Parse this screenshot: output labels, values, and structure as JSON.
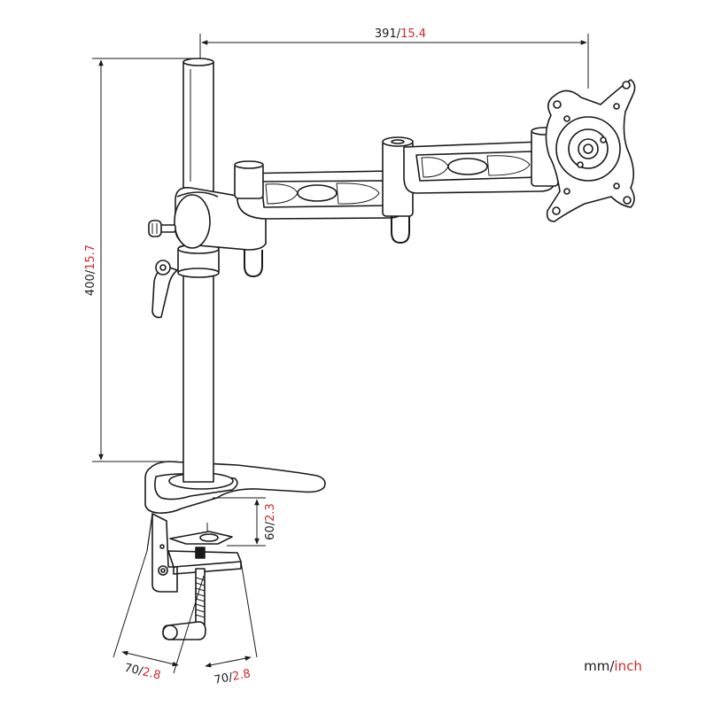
{
  "colors": {
    "line": "#1a1a1a",
    "metric": "#1a1a1a",
    "imperial": "#d0262b"
  },
  "dimensions": {
    "arm_reach": {
      "mm": "391",
      "sep": "/",
      "inch": "15.4"
    },
    "pole_height": {
      "mm": "400",
      "sep": "/",
      "inch": "15.7"
    },
    "clamp_opening": {
      "mm": "60",
      "sep": "/",
      "inch": "2.3"
    },
    "base_depth_left": {
      "mm": "70",
      "sep": "/",
      "inch": "2.8"
    },
    "base_depth_right": {
      "mm": "70",
      "sep": "/",
      "inch": "2.8"
    }
  },
  "units_legend": {
    "metric": "mm",
    "sep": "/",
    "imperial": "inch"
  }
}
